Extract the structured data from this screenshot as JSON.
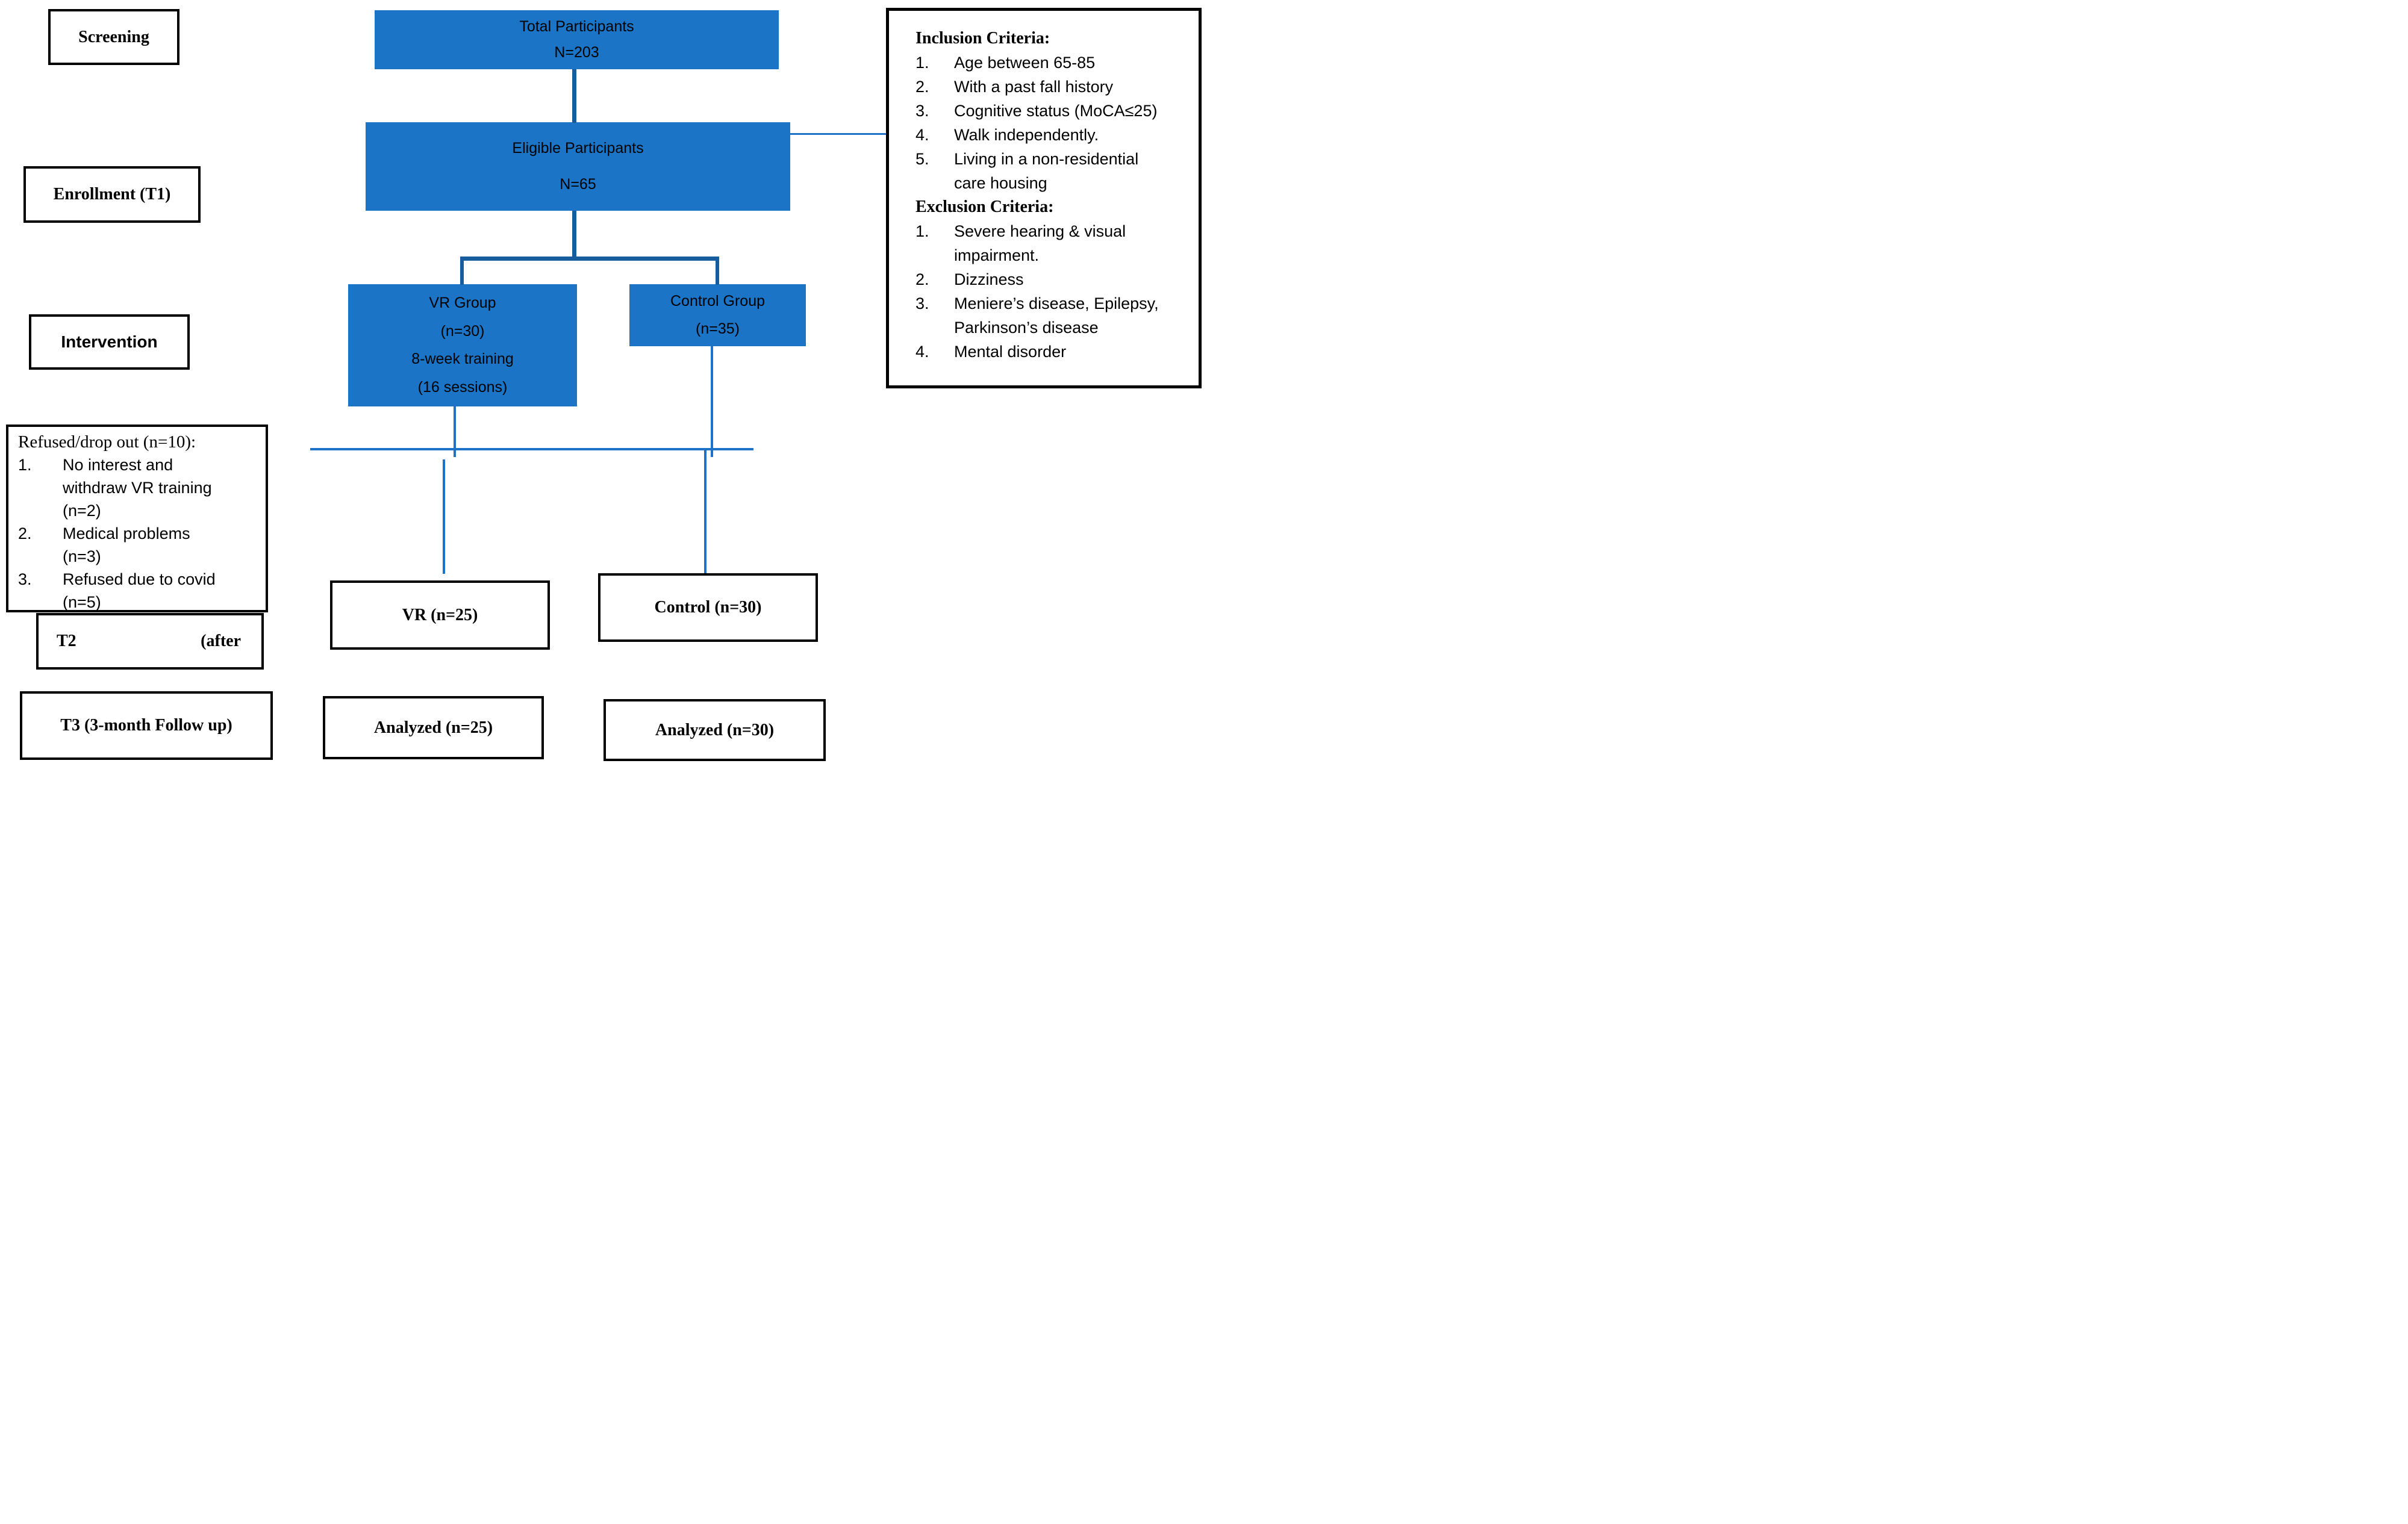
{
  "stages": {
    "screening": "Screening",
    "enrollment": "Enrollment (T1)",
    "intervention": "Intervention",
    "t2_left": "T2",
    "t2_right": "(after",
    "t3": "T3 (3-month Follow up)"
  },
  "flow": {
    "total": {
      "line1": "Total Participants",
      "line2": "N=203"
    },
    "eligible": {
      "line1": "Eligible Participants",
      "line2": "N=65"
    },
    "vr_group": {
      "line1": "VR Group",
      "line2": "(n=30)",
      "line3": "8-week training",
      "line4": "(16 sessions)"
    },
    "control_group": {
      "line1": "Control Group",
      "line2": "(n=35)"
    },
    "vr_outcome": "VR (n=25)",
    "control_outcome": "Control (n=30)",
    "analyzed_vr": "Analyzed (n=25)",
    "analyzed_control": "Analyzed (n=30)"
  },
  "refused": {
    "title": "Refused/drop out (n=10):",
    "lines": [
      {
        "num": "1.",
        "text": "No interest and"
      },
      {
        "num": "",
        "text": "withdraw VR training"
      },
      {
        "num": "",
        "text": "(n=2)"
      },
      {
        "num": "2.",
        "text": "Medical problems"
      },
      {
        "num": "",
        "text": "(n=3)"
      },
      {
        "num": "3.",
        "text": "Refused due to covid"
      },
      {
        "num": "",
        "text": "(n=5)"
      }
    ]
  },
  "criteria": {
    "inclusion_title": "Inclusion Criteria:",
    "inclusion_lines": [
      {
        "num": "1.",
        "text": "Age between 65-85"
      },
      {
        "num": "2.",
        "text": "With a past fall history"
      },
      {
        "num": "3.",
        "text": "Cognitive status (MoCA≤25)"
      },
      {
        "num": "4.",
        "text": "Walk independently."
      },
      {
        "num": "5.",
        "text": "Living in a non-residential"
      },
      {
        "num": "",
        "text": "care housing"
      }
    ],
    "exclusion_title": "Exclusion Criteria:",
    "exclusion_lines": [
      {
        "num": "1.",
        "text": "Severe hearing & visual"
      },
      {
        "num": "",
        "text": "impairment."
      },
      {
        "num": "2.",
        "text": "Dizziness"
      },
      {
        "num": "3.",
        "text": "Meniere’s disease, Epilepsy,"
      },
      {
        "num": "",
        "text": "Parkinson’s disease"
      },
      {
        "num": "4.",
        "text": "Mental disorder"
      }
    ]
  },
  "colors": {
    "box_blue": "#1b74c6",
    "connector_thick": "#175d9e",
    "connector_thin": "#1e73c8",
    "border_black": "#000000"
  }
}
